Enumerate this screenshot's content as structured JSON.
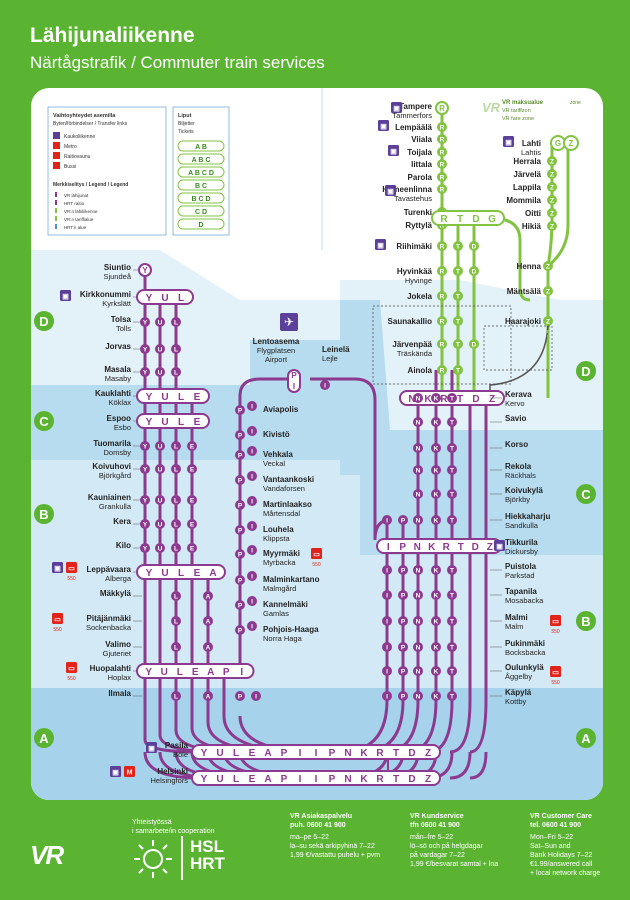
{
  "header": {
    "title": "Lähijunaliikenne",
    "subtitle": "Närtågstrafik / Commuter train services"
  },
  "legend": {
    "transfer_title": "Vaihtoyhteydet asemilla",
    "transfer_sub": "Byten/förbindelser / Transfer links",
    "items": [
      "Kaukoliikenne",
      "Metro",
      "Raitiovaunu",
      "Bussi"
    ],
    "lines_title": "Merkkiselitys / Legend / Legend",
    "line_items": [
      "VR lähijunat",
      "HRT raitio",
      "VR:n lähiliikenne",
      "VR:n tariffialue",
      "HRT:n alue"
    ],
    "tickets_title": "Liput",
    "tickets_sub": "Biljetter",
    "tickets_sub2": "Tickets",
    "zones": [
      "A B",
      "A B C",
      "A B C D",
      "B C",
      "B C D",
      "C D",
      "D"
    ]
  },
  "vr_zone": {
    "title": "VR maksualue",
    "sub1": "VR tariffzon",
    "sub2": "VR fare zone",
    "tag": "zone"
  },
  "zone_letters": [
    "D",
    "C",
    "B",
    "A"
  ],
  "west": [
    {
      "fi": "Siuntio",
      "sv": "Sjundeå"
    },
    {
      "fi": "Kirkkonummi",
      "sv": "Kyrkslätt"
    },
    {
      "fi": "Tolsa",
      "sv": "Tolls"
    },
    {
      "fi": "Jorvas",
      "sv": ""
    },
    {
      "fi": "Masala",
      "sv": "Masaby"
    },
    {
      "fi": "Kauklahti",
      "sv": "Köklax"
    },
    {
      "fi": "Espoo",
      "sv": "Esbo"
    },
    {
      "fi": "Tuomarila",
      "sv": "Domsby"
    },
    {
      "fi": "Koivuhovi",
      "sv": "Björkgård"
    },
    {
      "fi": "Kauniainen",
      "sv": "Grankulla"
    },
    {
      "fi": "Kera",
      "sv": ""
    },
    {
      "fi": "Kilo",
      "sv": ""
    },
    {
      "fi": "Leppävaara",
      "sv": "Alberga"
    },
    {
      "fi": "Mäkkylä",
      "sv": ""
    },
    {
      "fi": "Pitäjänmäki",
      "sv": "Sockenbacka"
    },
    {
      "fi": "Valimo",
      "sv": "Gjuteriet"
    },
    {
      "fi": "Huopalahti",
      "sv": "Hoplax"
    },
    {
      "fi": "Ilmala",
      "sv": ""
    }
  ],
  "ring_left": [
    {
      "fi": "Aviapolis",
      "sv": ""
    },
    {
      "fi": "Kivistö",
      "sv": ""
    },
    {
      "fi": "Vehkala",
      "sv": "Veckal"
    },
    {
      "fi": "Vantaankoski",
      "sv": "Vandaforsen"
    },
    {
      "fi": "Martinlaakso",
      "sv": "Mårtensdal"
    },
    {
      "fi": "Louhela",
      "sv": "Klippsta"
    },
    {
      "fi": "Myyrmäki",
      "sv": "Myrbacka"
    },
    {
      "fi": "Malminkartano",
      "sv": "Malmgård"
    },
    {
      "fi": "Kannelmäki",
      "sv": "Gamlas"
    },
    {
      "fi": "Pohjois-Haaga",
      "sv": "Norra Haga"
    }
  ],
  "airport": {
    "fi": "Lentoasema",
    "sv": "Flygplatsen",
    "en": "Airport",
    "leinela_fi": "Leinelä",
    "leinela_sv": "Lejle"
  },
  "north": [
    {
      "fi": "Tampere",
      "sv": "Tammerfors"
    },
    {
      "fi": "Lempäälä",
      "sv": ""
    },
    {
      "fi": "Viiala",
      "sv": ""
    },
    {
      "fi": "Toijala",
      "sv": ""
    },
    {
      "fi": "Iittala",
      "sv": ""
    },
    {
      "fi": "Parola",
      "sv": ""
    },
    {
      "fi": "Hämeenlinna",
      "sv": "Tavastehus"
    },
    {
      "fi": "Turenki",
      "sv": ""
    },
    {
      "fi": "Ryttylä",
      "sv": ""
    },
    {
      "fi": "Riihimäki",
      "sv": ""
    },
    {
      "fi": "Hyvinkää",
      "sv": "Hyvinge"
    },
    {
      "fi": "Jokela",
      "sv": ""
    },
    {
      "fi": "Saunakallio",
      "sv": ""
    },
    {
      "fi": "Järvenpää",
      "sv": "Träskända"
    },
    {
      "fi": "Ainola",
      "sv": ""
    }
  ],
  "lahti": [
    {
      "fi": "Lahti",
      "sv": "Lahtis"
    },
    {
      "fi": "Herrala",
      "sv": ""
    },
    {
      "fi": "Järvelä",
      "sv": ""
    },
    {
      "fi": "Lappila",
      "sv": ""
    },
    {
      "fi": "Mommila",
      "sv": ""
    },
    {
      "fi": "Oitti",
      "sv": ""
    },
    {
      "fi": "Hikiä",
      "sv": ""
    },
    {
      "fi": "Henna",
      "sv": ""
    },
    {
      "fi": "Mäntsälä",
      "sv": ""
    },
    {
      "fi": "Haarajoki",
      "sv": ""
    }
  ],
  "east": [
    {
      "fi": "Kerava",
      "sv": "Kervo"
    },
    {
      "fi": "Savio",
      "sv": ""
    },
    {
      "fi": "Korso",
      "sv": ""
    },
    {
      "fi": "Rekola",
      "sv": "Räckhals"
    },
    {
      "fi": "Koivukylä",
      "sv": "Björkby"
    },
    {
      "fi": "Hiekkaharju",
      "sv": "Sandkulla"
    },
    {
      "fi": "Tikkurila",
      "sv": "Dickursby"
    },
    {
      "fi": "Puistola",
      "sv": "Parkstad"
    },
    {
      "fi": "Tapanila",
      "sv": "Mosabacka"
    },
    {
      "fi": "Malmi",
      "sv": "Malm"
    },
    {
      "fi": "Pukinmäki",
      "sv": "Bocksbacka"
    },
    {
      "fi": "Oulunkylä",
      "sv": "Åggelby"
    },
    {
      "fi": "Käpylä",
      "sv": "Kottby"
    }
  ],
  "south": [
    {
      "fi": "Pasila",
      "sv": "Böle"
    },
    {
      "fi": "Helsinki",
      "sv": "Helsingfors"
    }
  ],
  "hubs": {
    "west": [
      "Y",
      "U",
      "L"
    ],
    "kauklahti": [
      "Y",
      "U",
      "L",
      "E"
    ],
    "espoo": [
      "Y",
      "U",
      "L",
      "E"
    ],
    "leppavaara": [
      "Y",
      "U",
      "L",
      "E",
      "A"
    ],
    "huopalahti": [
      "Y",
      "U",
      "L",
      "E",
      "A",
      "P",
      "I"
    ],
    "airport": [
      "P",
      "I"
    ],
    "riihimaki": [
      "R",
      "T",
      "D",
      "G"
    ],
    "kerava": [
      "N",
      "K",
      "R",
      "T",
      "D",
      "Z"
    ],
    "tikkurila": [
      "I",
      "P",
      "N",
      "K",
      "R",
      "T",
      "D",
      "Z"
    ],
    "pasila": [
      "Y",
      "U",
      "L",
      "E",
      "A",
      "P",
      "I",
      "I",
      "P",
      "N",
      "K",
      "R",
      "T",
      "D",
      "Z"
    ],
    "helsinki": [
      "Y",
      "U",
      "L",
      "E",
      "A",
      "P",
      "I",
      "I",
      "P",
      "N",
      "K",
      "R",
      "T",
      "D",
      "Z"
    ]
  },
  "bus_badge": "550",
  "metro_badge": "M",
  "footer": {
    "coop_fi": "Yhteistyössä",
    "coop_sv": "i samarbete/in cooperation",
    "vr": "VR",
    "hsl1": "HSL",
    "hsl2": "HRT",
    "c1": [
      "VR Asiakaspalvelu",
      "puh. 0600 41 900",
      "ma–pe 5–22",
      "la–su sekä arkipyhinä 7–22",
      "1,99 €/vastattu puhelu + pvm"
    ],
    "c2": [
      "VR Kundservice",
      "tfn 0600 41 900",
      "mån–fre 5–22",
      "lö–sö och på helgdagar",
      "på vardagar 7–22",
      "1,99 €/besvarat samtal + lna"
    ],
    "c3": [
      "VR Customer Care",
      "tel. 0600 41 900",
      "Mon–Fri 5–22",
      "Sat–Sun and",
      "Bank Holidays 7–22",
      "€1.99/answered call",
      "+ local network charge"
    ]
  },
  "colors": {
    "green": "#5ab431",
    "purple": "#8c3a8f",
    "lightgreen": "#82c341",
    "zoneA": "#a9d4ec",
    "zoneB": "#c7e4f3",
    "zoneC": "#a9d4ec",
    "zoneD": "#dff0f9"
  }
}
